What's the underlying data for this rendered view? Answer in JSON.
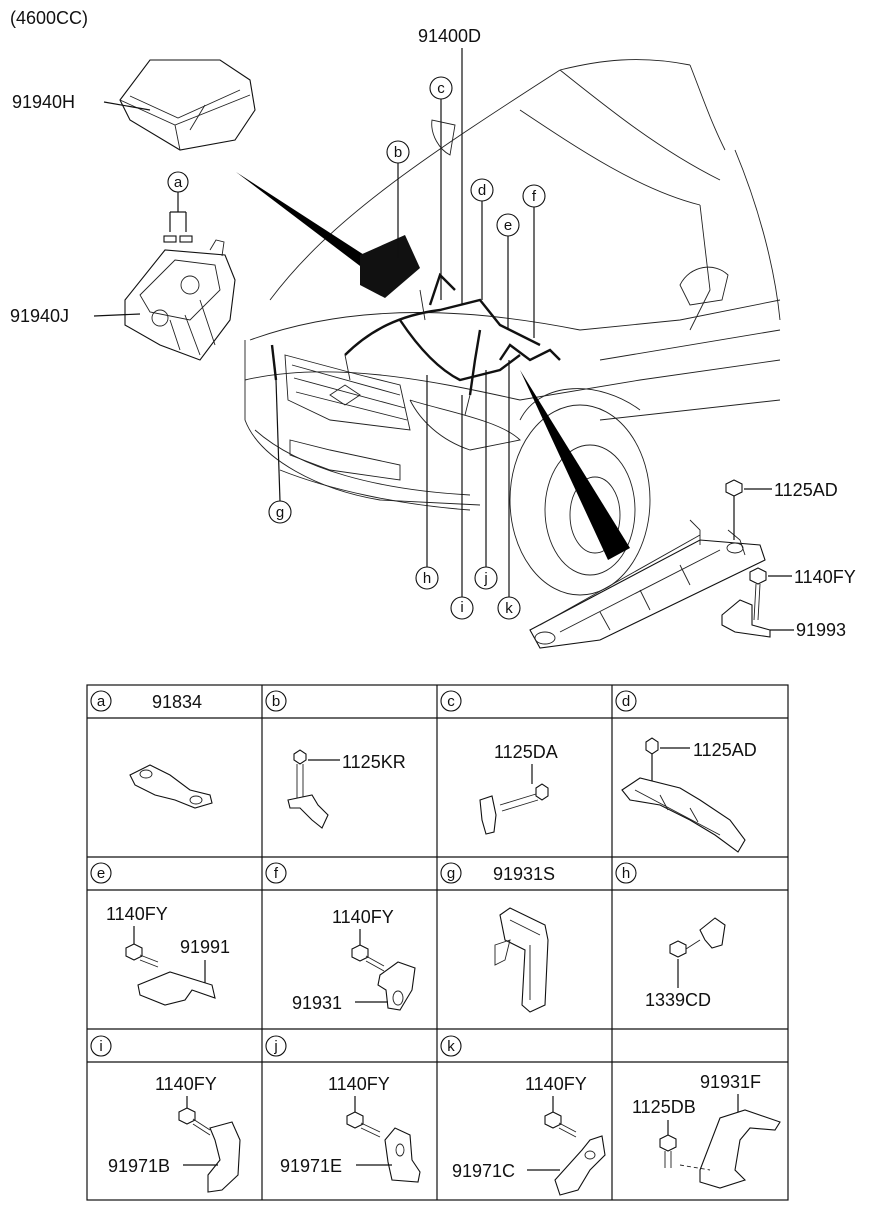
{
  "engine": "(4600CC)",
  "main_harness": "91400D",
  "callouts": {
    "cover": "91940H",
    "box": "91940J",
    "bolt_top": "1125AD",
    "bolt_mid": "1140FY",
    "bracket_main": "91993"
  },
  "letters": [
    "a",
    "b",
    "c",
    "d",
    "e",
    "f",
    "g",
    "h",
    "i",
    "j",
    "k"
  ],
  "cells": [
    {
      "letter": "a",
      "title": "91834",
      "parts": []
    },
    {
      "letter": "b",
      "title": "",
      "parts": [
        "1125KR"
      ]
    },
    {
      "letter": "c",
      "title": "",
      "parts": [
        "1125DA"
      ]
    },
    {
      "letter": "d",
      "title": "",
      "parts": [
        "1125AD"
      ]
    },
    {
      "letter": "e",
      "title": "",
      "parts": [
        "1140FY",
        "91991"
      ]
    },
    {
      "letter": "f",
      "title": "",
      "parts": [
        "1140FY",
        "91931"
      ]
    },
    {
      "letter": "g",
      "title": "91931S",
      "parts": []
    },
    {
      "letter": "h",
      "title": "",
      "parts": [
        "1339CD"
      ]
    },
    {
      "letter": "i",
      "title": "",
      "parts": [
        "1140FY",
        "91971B"
      ]
    },
    {
      "letter": "j",
      "title": "",
      "parts": [
        "1140FY",
        "91971E"
      ]
    },
    {
      "letter": "k",
      "title": "",
      "parts": [
        "1140FY",
        "91971C"
      ]
    },
    {
      "letter": "",
      "title": "",
      "parts": [
        "91931F",
        "1125DB"
      ]
    }
  ]
}
